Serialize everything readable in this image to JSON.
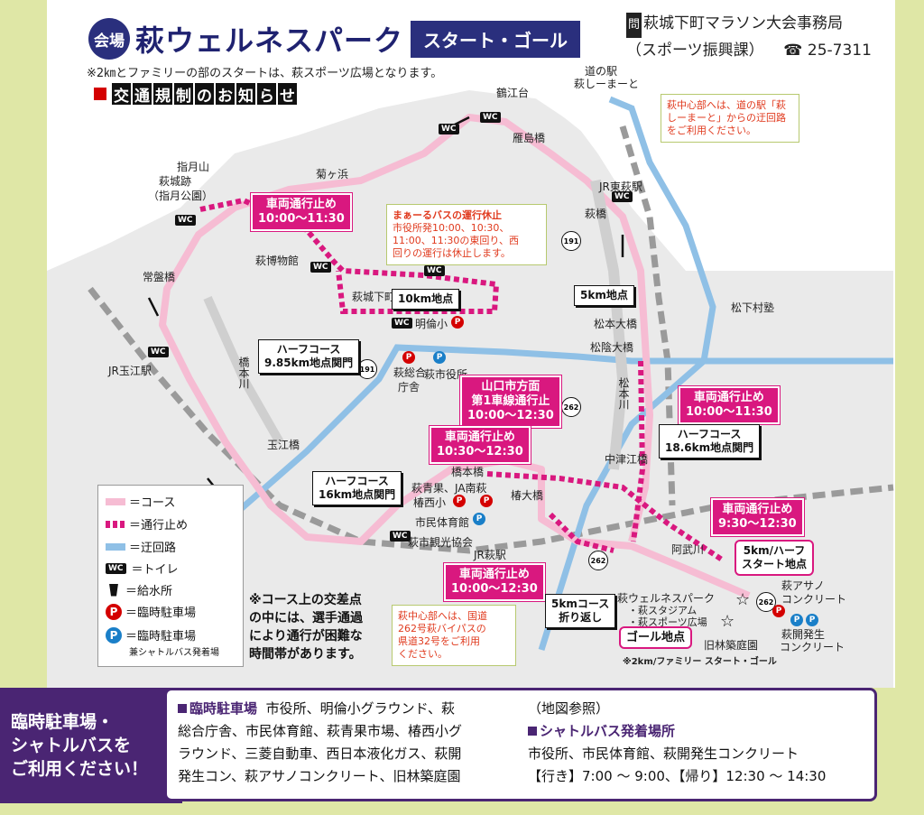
{
  "header": {
    "kaijo": "会場",
    "venue": "萩ウェルネスパーク",
    "start_goal": "スタート・ゴール",
    "note": "※2㎞とファミリーの部のスタートは、萩スポーツ広場となります。",
    "traffic_notice": [
      "交",
      "通",
      "規",
      "制",
      "の",
      "お",
      "知",
      "ら",
      "せ"
    ]
  },
  "contact": {
    "ask_mark": "問",
    "org": "萩城下町マラソン大会事務局",
    "dept": "（スポーツ振興課）",
    "phone": "☎ 25-7311"
  },
  "places": {
    "michinoeki": "道の駅",
    "michinoeki2": "萩しーまーと",
    "tsurue": "鶴江台",
    "ganjima": "雁島橋",
    "kikugahama": "菊ヶ浜",
    "shizukiyama": "指月山",
    "hagijo": "萩城跡",
    "shizukipark": "（指月公園）",
    "hakubutsukan": "萩博物館",
    "jokamachi": "萩城下町",
    "jokamachi2": "萩城下町",
    "meirin": "明倫小",
    "sogo": "萩総合",
    "sogo2": "庁舎",
    "shiyakusho": "萩市役所",
    "tokiwa": "常盤橋",
    "jr_tamae": "JR玉江駅",
    "hashimotogawa": "橋本川",
    "tamaebashi": "玉江橋",
    "jr_higashihagi": "JR東萩駅",
    "hagibashi": "萩橋",
    "matsumoto_ohashi": "松本大橋",
    "shoin_ohashi": "松陰大橋",
    "matsumotogawa": "松本川",
    "nakatsue": "中津江橋",
    "shokason": "松下村塾",
    "hashimotobashi": "橋本橋",
    "seikaika": "萩青果、JA南萩",
    "tsubakinishi": "椿西小",
    "taiikukan": "市民体育館",
    "kankokyokai": "萩市観光協会",
    "jr_hagi": "JR萩駅",
    "tsubaki_ohashi": "椿大橋",
    "atogawa": "阿武川",
    "wellness": "萩ウェルネスパーク",
    "stadium": "・萩スタジアム",
    "sports": "・萩スポーツ広場",
    "asano1": "萩アサノ",
    "asano2": "コンクリート",
    "kaihatsu1": "萩開発生",
    "kaihatsu2": "コンクリート",
    "kyurin": "旧林築庭園",
    "family_note": "※2km/ファミリー スタート・ゴール"
  },
  "roads": {
    "r191a": "191",
    "r191b": "191",
    "r262a": "262",
    "r262b": "262",
    "r262c": "262"
  },
  "wc_label": "WC",
  "closures": {
    "c1": [
      "車両通行止め",
      "10:00～11:30"
    ],
    "c2": [
      "山口市方面",
      "第1車線通行止",
      "10:00～12:30"
    ],
    "c3": [
      "車両通行止め",
      "10:30～12:30"
    ],
    "c4": [
      "車両通行止め",
      "10:00～12:30"
    ],
    "c5": [
      "車両通行止め",
      "10:00～11:30"
    ],
    "c6": [
      "車両通行止め",
      "9:30～12:30"
    ]
  },
  "points": {
    "p10k": "10km地点",
    "p5k": "5km地点",
    "half985": [
      "ハーフコース",
      "9.85km地点関門"
    ],
    "half16": [
      "ハーフコース",
      "16km地点関門"
    ],
    "half186": [
      "ハーフコース",
      "18.6km地点関門"
    ],
    "start": [
      "5km/ハーフ",
      "スタート地点"
    ],
    "goal": "ゴール地点",
    "turn5k": [
      "5kmコース",
      "折り返し"
    ]
  },
  "info": {
    "bus_title": "まぁーるバスの運行休止",
    "bus_body": [
      "市役所発10:00、10:30、",
      "11:00、11:30の東回り、西",
      "回りの運行は休止します。"
    ],
    "center_top": [
      "萩中心部へは、道の駅「萩",
      "しーまーと」からの迂回路",
      "をご利用ください。"
    ],
    "center_bottom": [
      "萩中心部へは、国道",
      "262号萩バイパスの",
      "県道32号をご利用",
      "ください。"
    ]
  },
  "legend": {
    "course": "＝コース",
    "closed": "＝通行止め",
    "detour": "＝迂回路",
    "toilet": "＝トイレ",
    "water": "＝給水所",
    "parking": "＝臨時駐車場",
    "shuttle": "＝臨時駐車場",
    "shuttle_sub": "兼シャトルバス発着場",
    "p": "P"
  },
  "crossing_note": [
    "※コース上の交差点",
    "の中には、選手通過",
    "により通行が困難な",
    "時間帯があります。"
  ],
  "bottom": {
    "left": [
      "臨時駐車場・",
      "シャトルバスを",
      "ご利用ください！"
    ],
    "parking_head": "臨時駐車場",
    "parking_body": [
      "市役所、明倫小グラウンド、萩",
      "総合庁舎、市民体育館、萩青果市場、椿西小グ",
      "ラウンド、三菱自動車、西日本液化ガス、萩開",
      "発生コン、萩アサノコンクリート、旧林築庭園"
    ],
    "parking_ref": "（地図参照）",
    "shuttle_head": "シャトルバス発着場所",
    "shuttle_body": "市役所、市民体育館、萩開発生コンクリート",
    "shuttle_time": "【行き】7:00 ～ 9:00、【帰り】12:30 ～ 14:30"
  },
  "colors": {
    "course": "#f6bcd3",
    "closed": "#d9187f",
    "detour": "#8fc0e6",
    "rail": "#9a9a9a",
    "purple": "#4a2573",
    "navy": "#2a2f7d"
  }
}
